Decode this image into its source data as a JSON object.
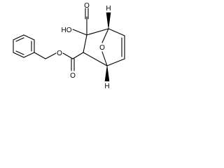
{
  "atoms": {
    "o_ring": "O",
    "o_hydroxyl": "HO",
    "o_carbonyl_acid": "O",
    "o_carbonyl_ester": "O",
    "o_ester": "O",
    "h_top": "H",
    "h_bottom": "H"
  }
}
